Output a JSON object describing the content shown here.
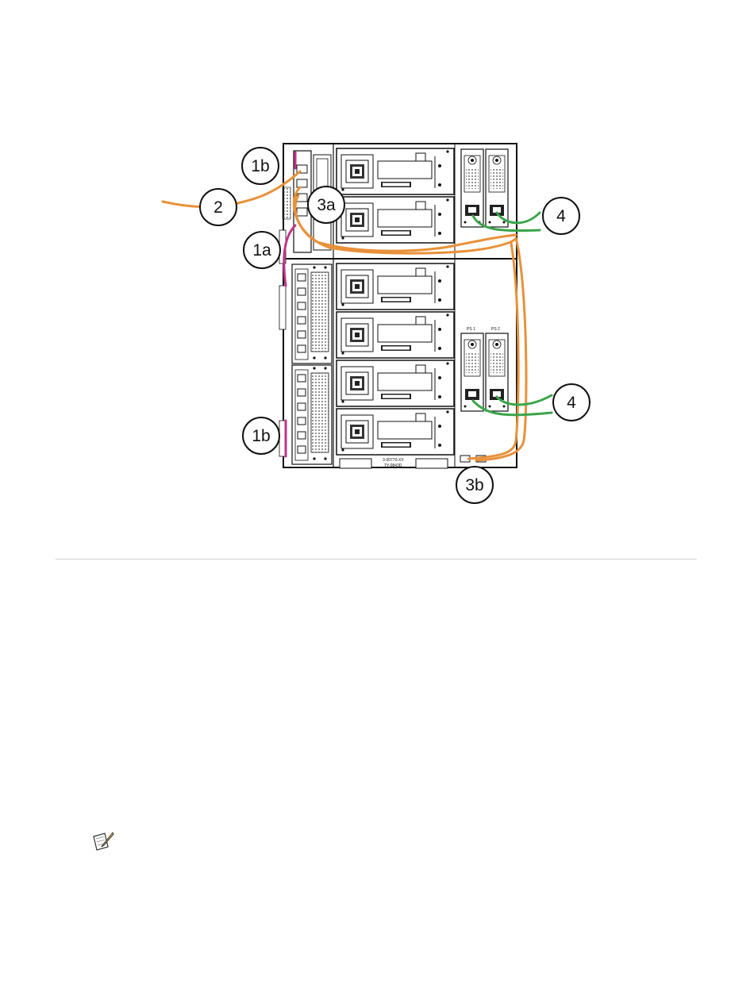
{
  "figure": {
    "callouts": [
      "1b",
      "2",
      "3a",
      "1a",
      "4",
      "4",
      "1b",
      "3b"
    ],
    "module_labels": {
      "psu_1": "PS 1",
      "psu_2": "PS 2",
      "serial_line_1": "3-00770-XX",
      "serial_line_2": "TY-0843D"
    },
    "cable_colors": {
      "ethernet": "#e8913a",
      "power": "#3aa54a",
      "expansion": "#c2338a"
    }
  },
  "note": {
    "icon": "note-pencil-icon"
  }
}
